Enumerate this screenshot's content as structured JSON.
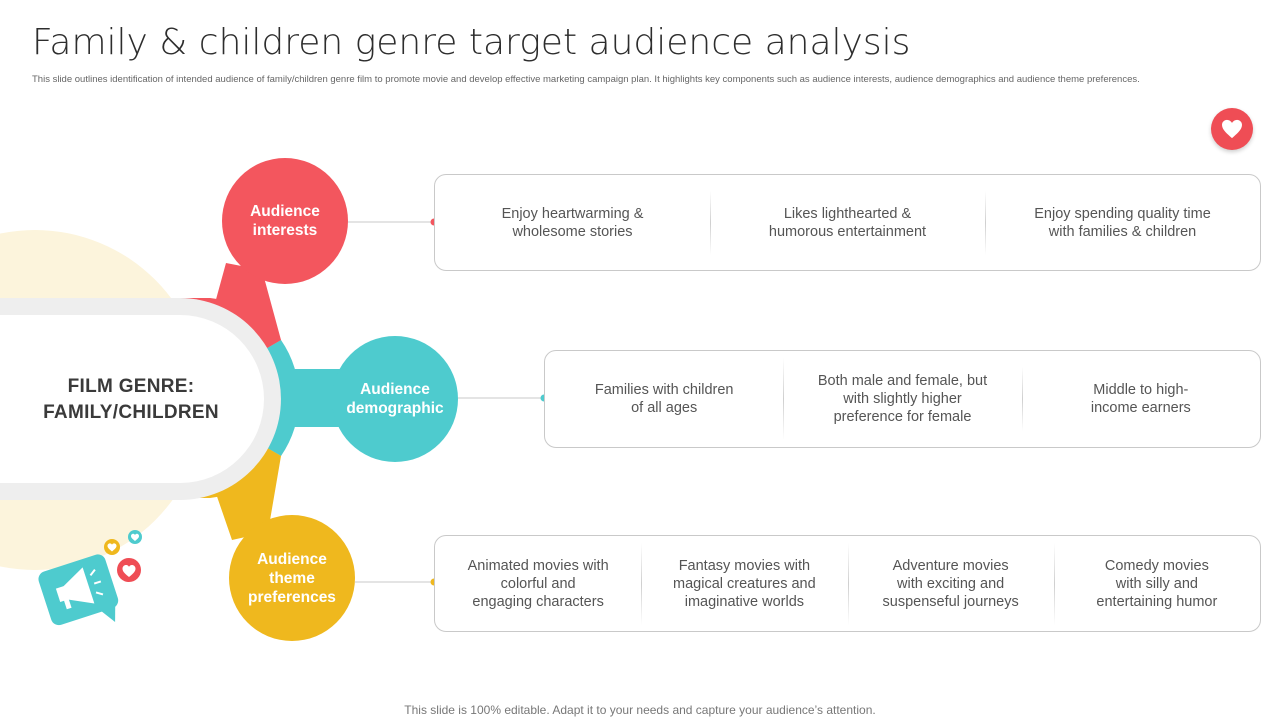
{
  "header": {
    "title": "Family & children genre target audience analysis",
    "description": "This slide outlines identification of intended audience of family/children genre film to promote movie and develop effective marketing campaign plan. It highlights key components such as audience interests, audience demographics and audience theme preferences."
  },
  "center": {
    "line1": "FILM GENRE:",
    "line2": "FAMILY/CHILDREN"
  },
  "branches": {
    "interests": {
      "label": "Audience\ninterests",
      "color": "#f3565e",
      "items": [
        "Enjoy heartwarming &\nwholesome stories",
        "Likes lighthearted &\nhumorous entertainment",
        "Enjoy spending quality time\nwith families & children"
      ]
    },
    "demographic": {
      "label": "Audience\ndemographic",
      "color": "#4ecbce",
      "items": [
        "Families with children\nof all ages",
        "Both male and female, but\nwith slightly higher\npreference for female",
        "Middle to high-\nincome earners"
      ]
    },
    "preferences": {
      "label": "Audience\ntheme\npreferences",
      "color": "#efb81e",
      "items": [
        "Animated movies with\ncolorful and\nengaging characters",
        "Fantasy movies with\nmagical creatures and\nimaginative worlds",
        "Adventure movies\nwith exciting and\nsuspenseful journeys",
        "Comedy movies\nwith silly and\nentertaining humor"
      ]
    }
  },
  "icons": [
    "heart-icon",
    "megaphone-icon"
  ],
  "footer": "This slide is 100% editable. Adapt it to your needs and capture your audience’s attention."
}
